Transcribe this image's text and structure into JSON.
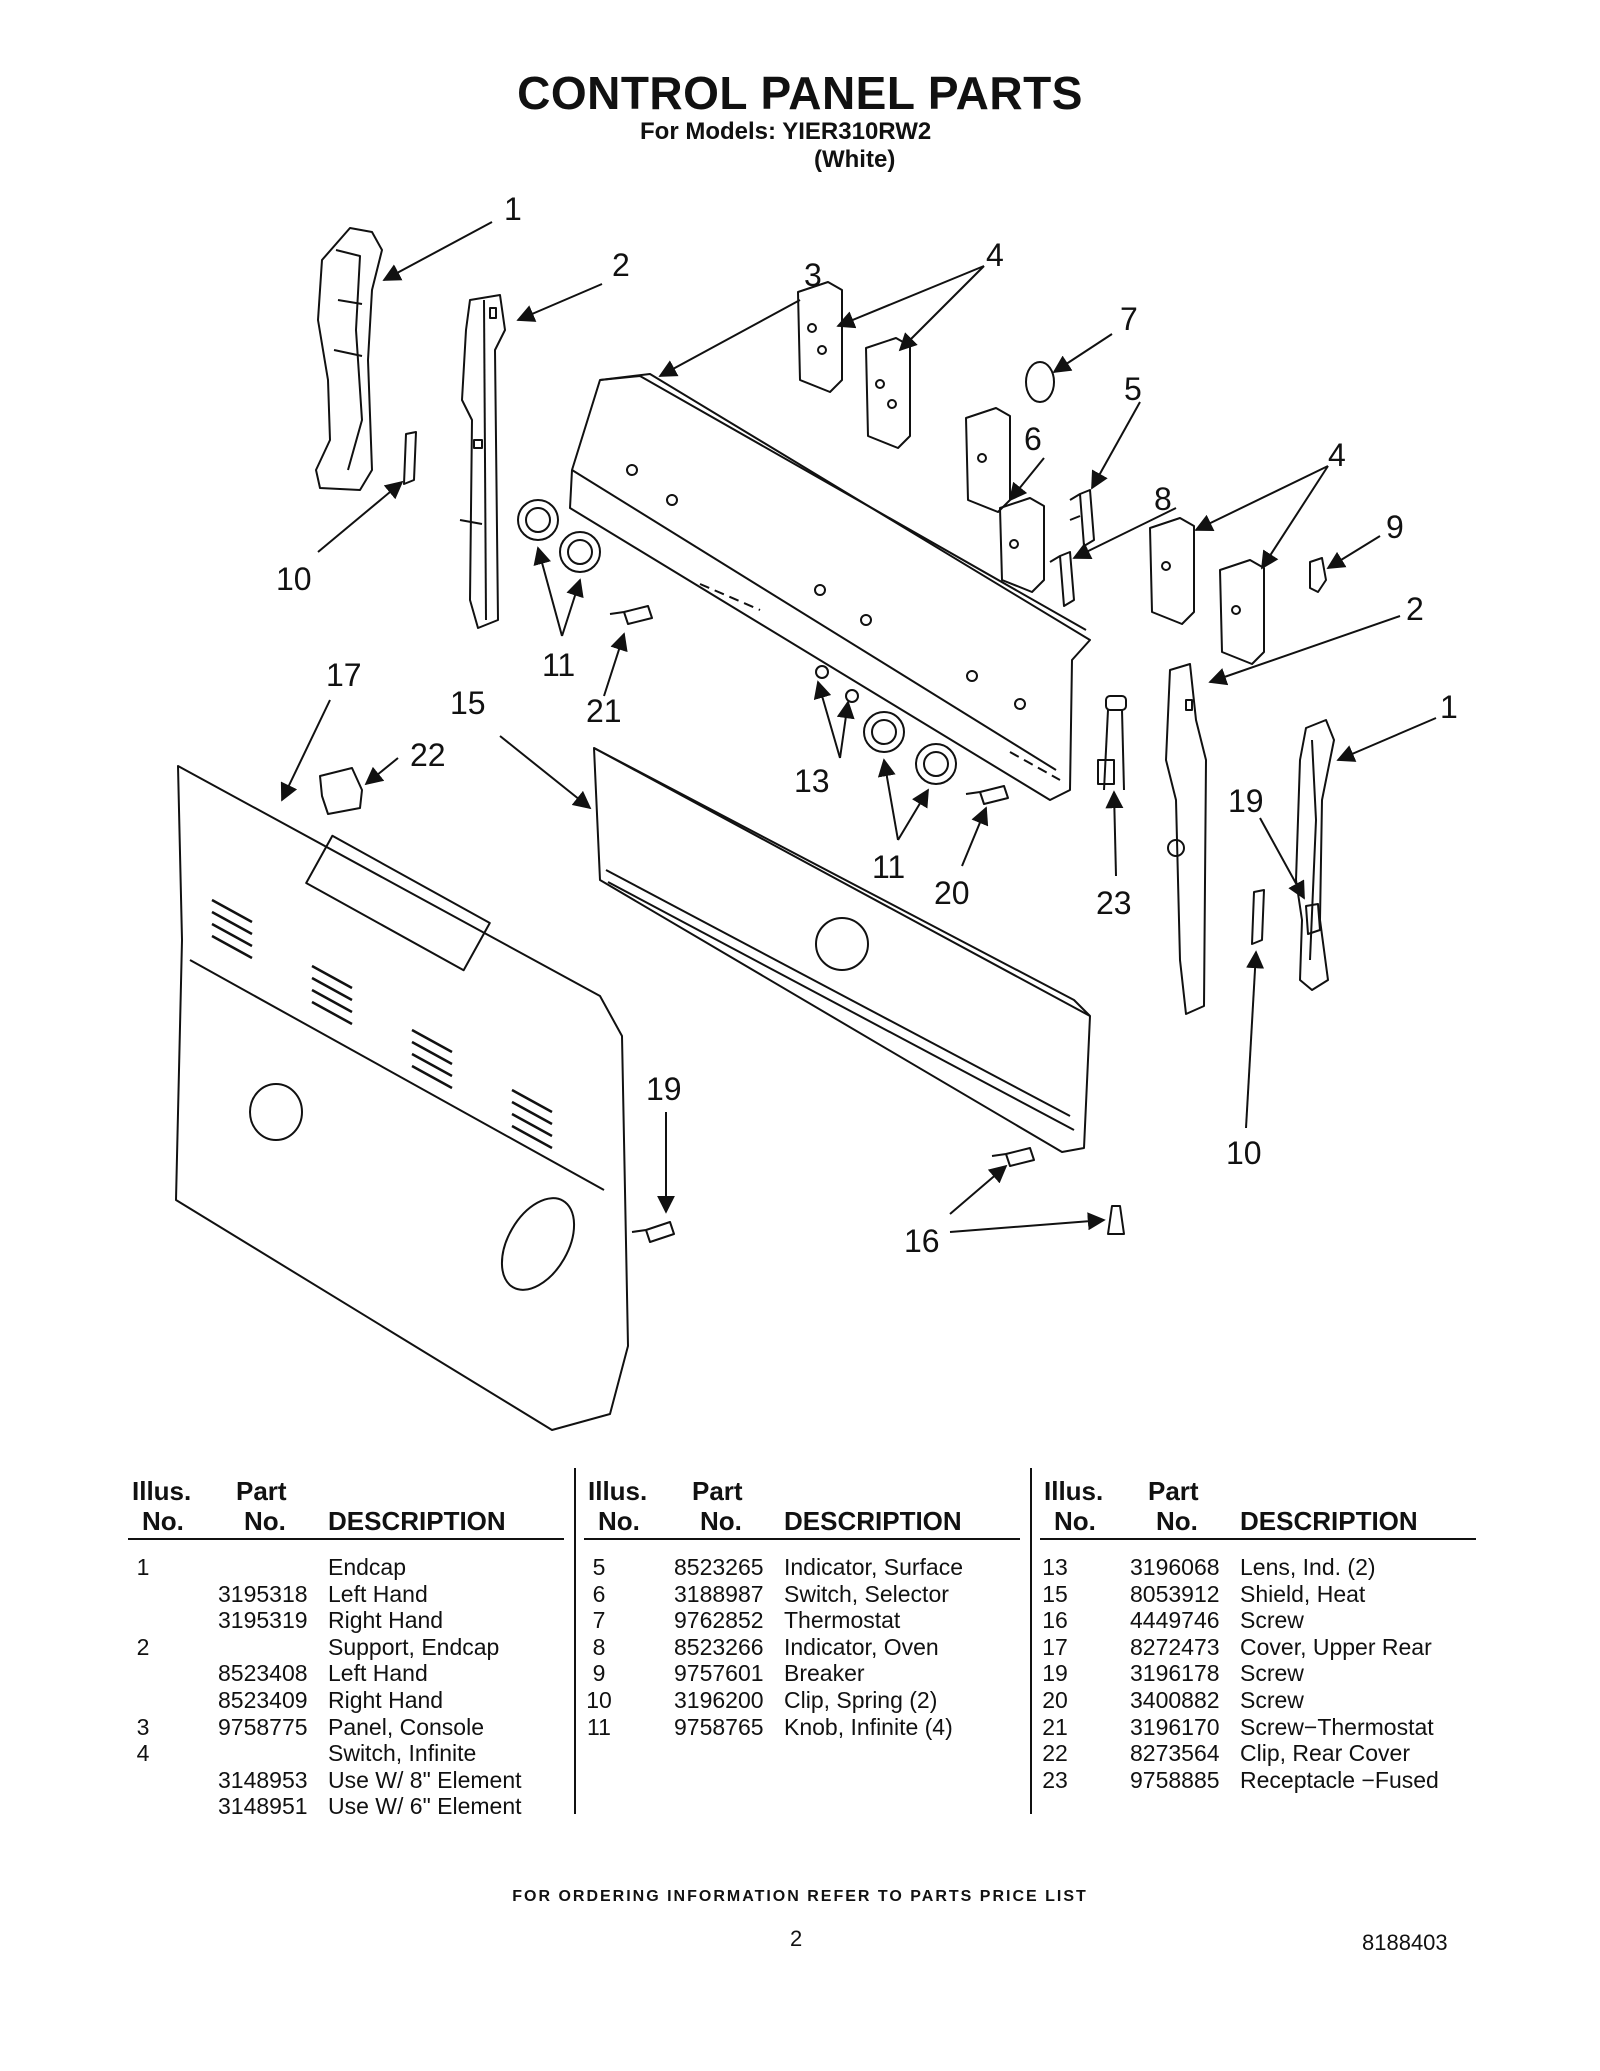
{
  "header": {
    "title": "CONTROL PANEL PARTS",
    "models_line": "For Models: YIER310RW2",
    "color_line": "(White)"
  },
  "callouts": [
    {
      "key": "1a",
      "label": "1"
    },
    {
      "key": "2a",
      "label": "2"
    },
    {
      "key": "3",
      "label": "3"
    },
    {
      "key": "4a",
      "label": "4"
    },
    {
      "key": "7",
      "label": "7"
    },
    {
      "key": "5",
      "label": "5"
    },
    {
      "key": "6",
      "label": "6"
    },
    {
      "key": "4b",
      "label": "4"
    },
    {
      "key": "8",
      "label": "8"
    },
    {
      "key": "9",
      "label": "9"
    },
    {
      "key": "2b",
      "label": "2"
    },
    {
      "key": "10a",
      "label": "10"
    },
    {
      "key": "11a",
      "label": "11"
    },
    {
      "key": "17",
      "label": "17"
    },
    {
      "key": "15",
      "label": "15"
    },
    {
      "key": "21",
      "label": "21"
    },
    {
      "key": "22",
      "label": "22"
    },
    {
      "key": "13",
      "label": "13"
    },
    {
      "key": "1b",
      "label": "1"
    },
    {
      "key": "19a",
      "label": "19"
    },
    {
      "key": "11b",
      "label": "11"
    },
    {
      "key": "20",
      "label": "20"
    },
    {
      "key": "23",
      "label": "23"
    },
    {
      "key": "19b",
      "label": "19"
    },
    {
      "key": "10b",
      "label": "10"
    },
    {
      "key": "16",
      "label": "16"
    }
  ],
  "table_headers": {
    "illus_top": "Illus.",
    "illus_bottom": "No.",
    "part_top": "Part",
    "part_bottom": "No.",
    "description": "DESCRIPTION"
  },
  "parts_columns": [
    [
      {
        "illus": "1",
        "part": "",
        "desc": "Endcap"
      },
      {
        "illus": "",
        "part": "3195318",
        "desc": "Left Hand"
      },
      {
        "illus": "",
        "part": "3195319",
        "desc": "Right Hand"
      },
      {
        "illus": "2",
        "part": "",
        "desc": "Support, Endcap"
      },
      {
        "illus": "",
        "part": "8523408",
        "desc": "Left Hand"
      },
      {
        "illus": "",
        "part": "8523409",
        "desc": "Right Hand"
      },
      {
        "illus": "3",
        "part": "9758775",
        "desc": "Panel, Console"
      },
      {
        "illus": "4",
        "part": "",
        "desc": "Switch, Infinite"
      },
      {
        "illus": "",
        "part": "3148953",
        "desc": "Use W/ 8\" Element"
      },
      {
        "illus": "",
        "part": "3148951",
        "desc": "Use W/ 6\" Element"
      }
    ],
    [
      {
        "illus": "5",
        "part": "8523265",
        "desc": "Indicator, Surface"
      },
      {
        "illus": "6",
        "part": "3188987",
        "desc": "Switch, Selector"
      },
      {
        "illus": "7",
        "part": "9762852",
        "desc": "Thermostat"
      },
      {
        "illus": "8",
        "part": "8523266",
        "desc": "Indicator, Oven"
      },
      {
        "illus": "9",
        "part": "9757601",
        "desc": "Breaker"
      },
      {
        "illus": "10",
        "part": "3196200",
        "desc": "Clip, Spring (2)"
      },
      {
        "illus": "11",
        "part": "9758765",
        "desc": "Knob, Infinite (4)"
      }
    ],
    [
      {
        "illus": "13",
        "part": "3196068",
        "desc": "Lens, Ind. (2)"
      },
      {
        "illus": "15",
        "part": "8053912",
        "desc": "Shield, Heat"
      },
      {
        "illus": "16",
        "part": "4449746",
        "desc": "Screw"
      },
      {
        "illus": "17",
        "part": "8272473",
        "desc": "Cover, Upper Rear"
      },
      {
        "illus": "19",
        "part": "3196178",
        "desc": "Screw"
      },
      {
        "illus": "20",
        "part": "3400882",
        "desc": "Screw"
      },
      {
        "illus": "21",
        "part": "3196170",
        "desc": "Screw−Thermostat"
      },
      {
        "illus": "22",
        "part": "8273564",
        "desc": "Clip, Rear Cover"
      },
      {
        "illus": "23",
        "part": "9758885",
        "desc": "Receptacle −Fused"
      }
    ]
  ],
  "footer": {
    "ordering_note": "FOR ORDERING INFORMATION REFER TO PARTS PRICE LIST",
    "page_number": "2",
    "document_number": "8188403"
  }
}
